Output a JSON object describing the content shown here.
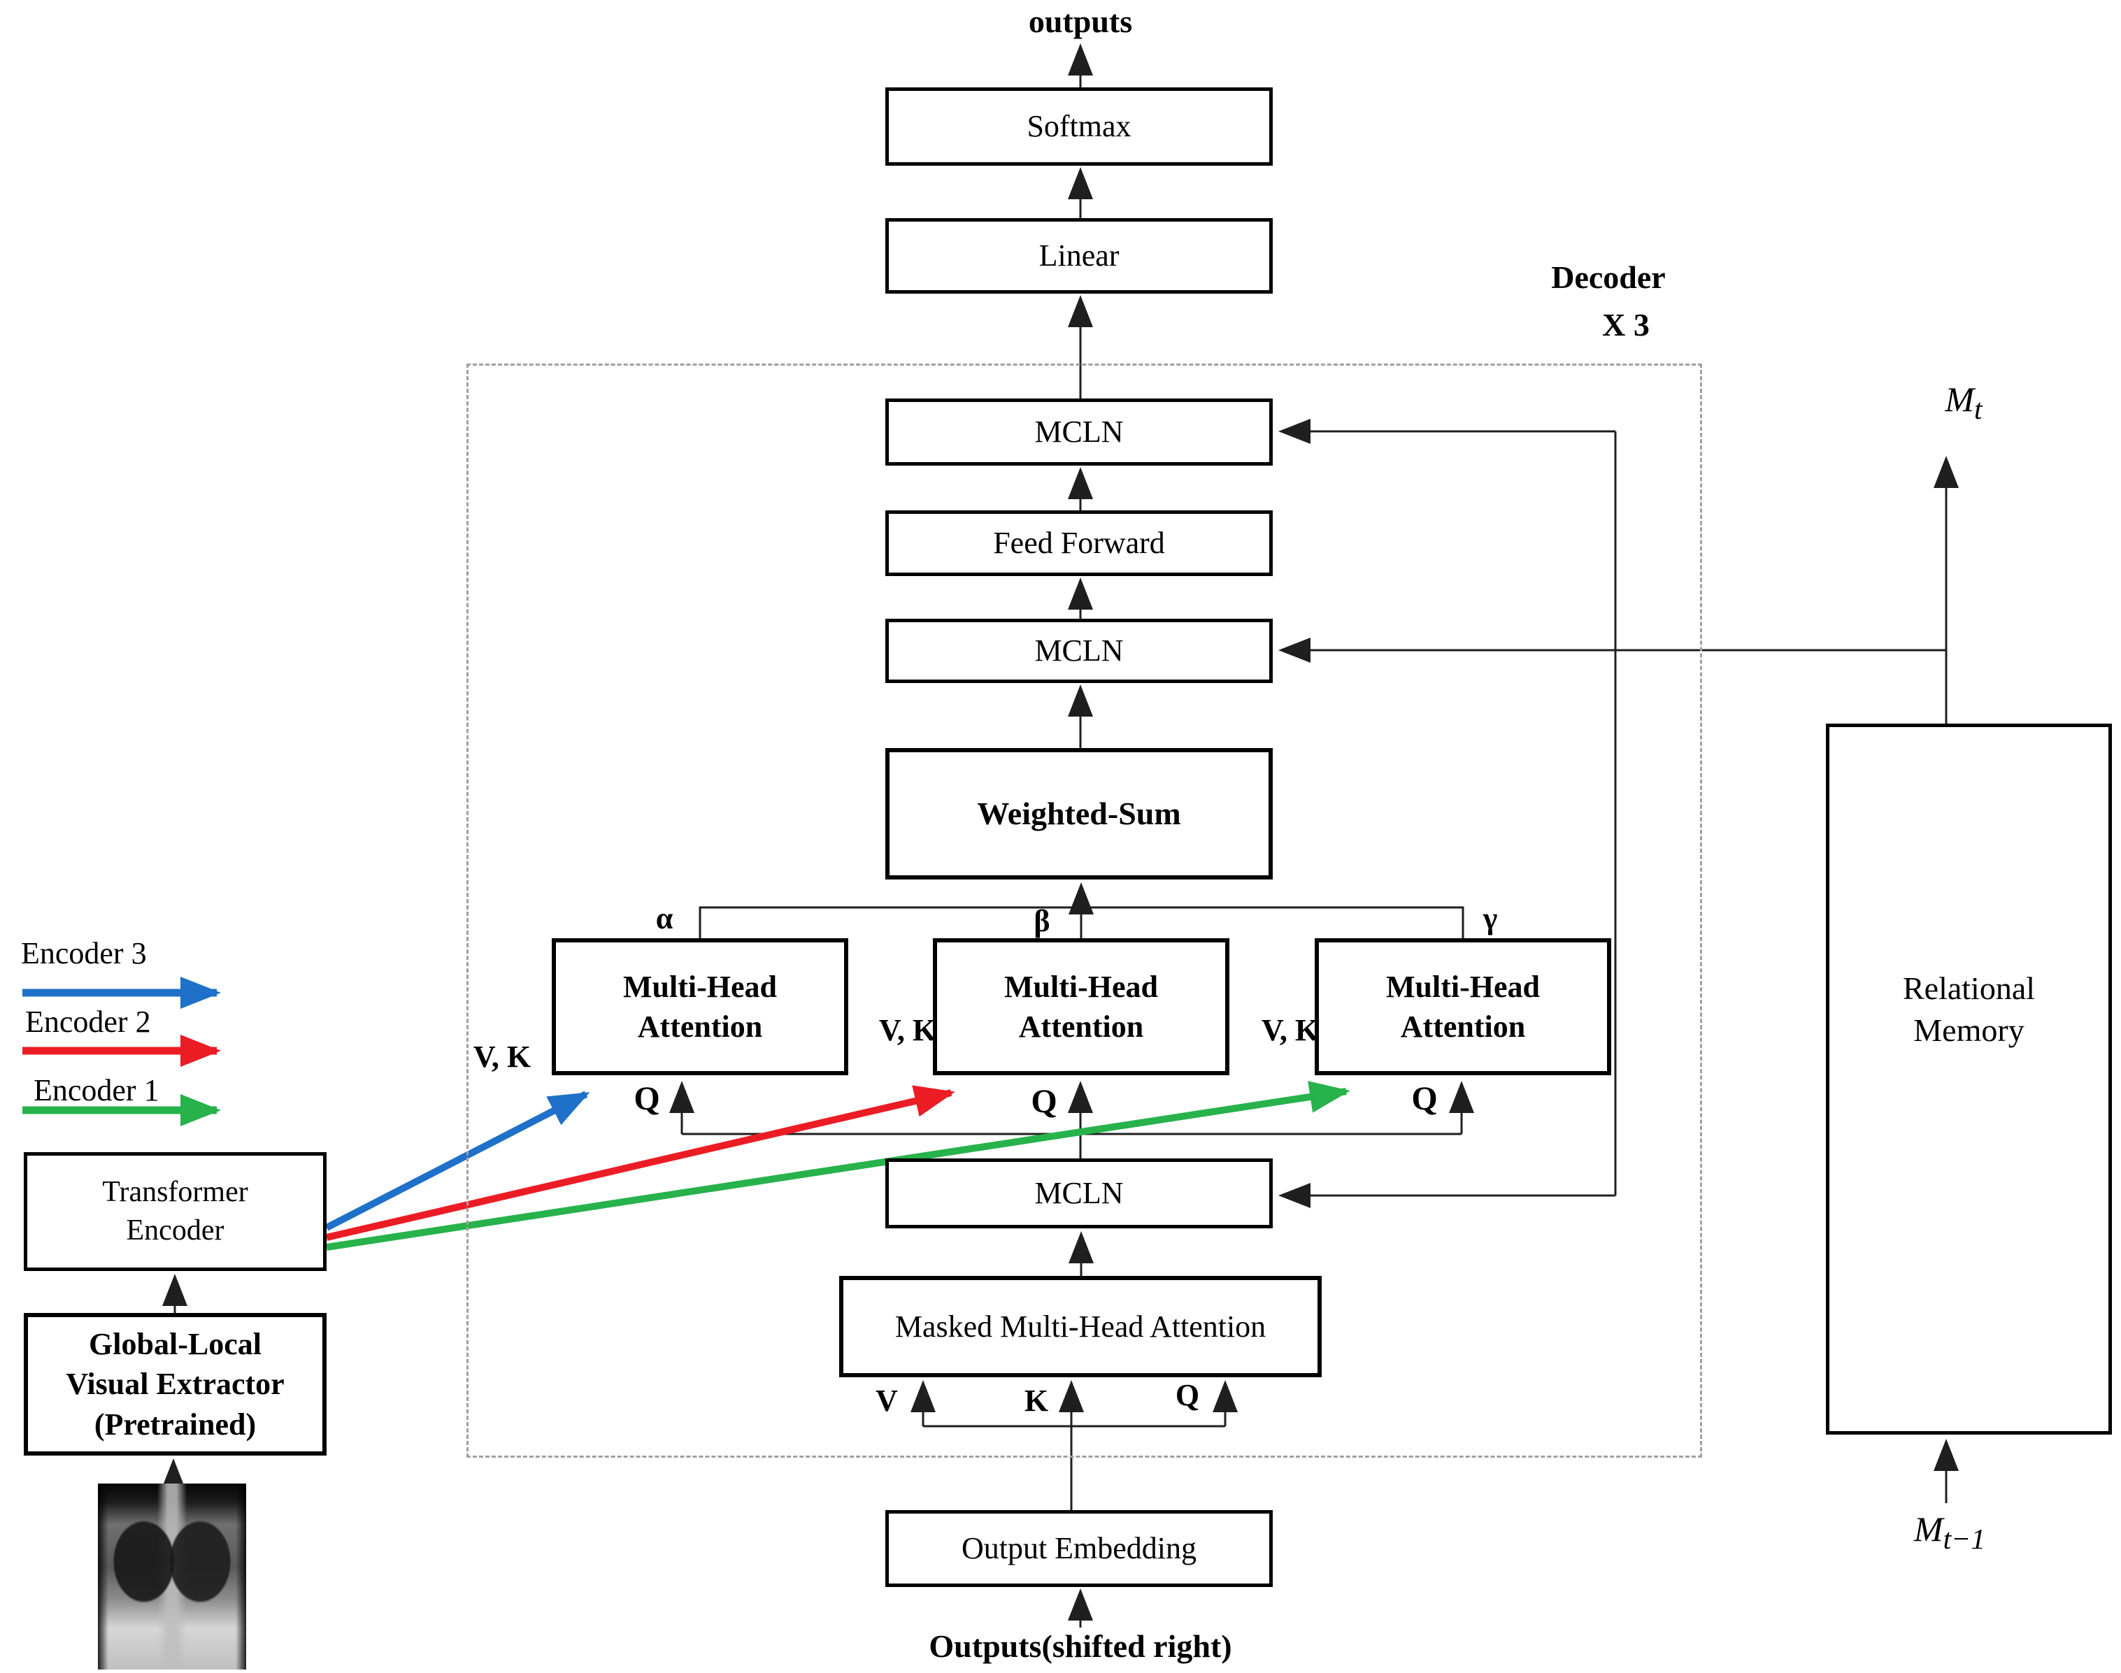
{
  "top": {
    "outputs_label": "outputs",
    "softmax": "Softmax",
    "linear": "Linear"
  },
  "decoder": {
    "label_line1": "Decoder",
    "label_line2": "X 3",
    "mcln": "MCLN",
    "feed_forward": "Feed Forward",
    "weighted_sum": "Weighted-Sum",
    "attention_line1": "Multi-Head",
    "attention_line2": "Attention",
    "weights": [
      "α",
      "β",
      "γ"
    ],
    "vk_label": "V, K",
    "q_label": "Q",
    "masked_attention": "Masked Multi-Head Attention",
    "masked_inputs": [
      "V",
      "K",
      "Q"
    ]
  },
  "bottom": {
    "output_embedding": "Output Embedding",
    "outputs_shifted_label": "Outputs(shifted right)"
  },
  "encoder_column": {
    "transformer_encoder_line1": "Transformer",
    "transformer_encoder_line2": "Encoder",
    "visual_extractor_line1": "Global-Local",
    "visual_extractor_line2": "Visual Extractor",
    "visual_extractor_line3": "(Pretrained)"
  },
  "legend": {
    "items": [
      {
        "label": "Encoder 3",
        "color": "#1e70c8"
      },
      {
        "label": "Encoder 2",
        "color": "#ec1c24"
      },
      {
        "label": "Encoder 1",
        "color": "#27b24b"
      }
    ]
  },
  "memory": {
    "relational_line1": "Relational",
    "relational_line2": "Memory",
    "mt_base": "M",
    "mt_sub": "t",
    "mt_prev_base": "M",
    "mt_prev_sub": "t−1"
  },
  "colors": {
    "line": "#1f1f1f",
    "box_border": "#000000",
    "dashed_border": "#a0a0a0"
  }
}
